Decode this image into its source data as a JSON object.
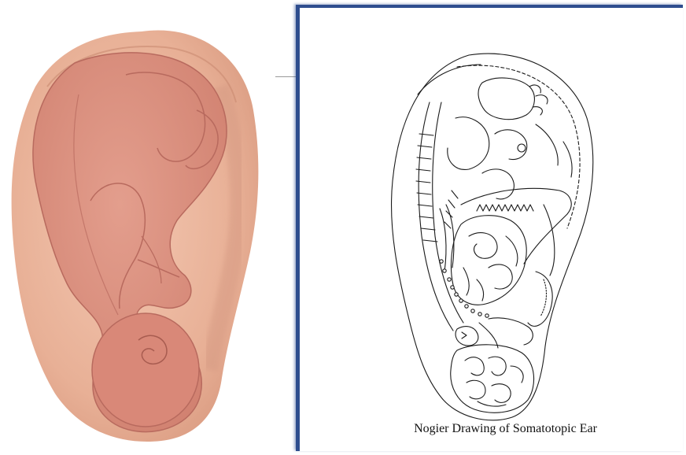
{
  "caption": "Nogier Drawing of Somatotopic Ear",
  "colors": {
    "skin_outer": "#e9b49b",
    "skin_fetus": "#dc8f7f",
    "fetus_outline": "#b86a5e",
    "panel_border": "#2e4d8e",
    "line_art": "#1a1a1a"
  },
  "figures": {
    "left": "inverted-fetus-ear-illustration",
    "right": "nogier-somatotopic-ear-line-drawing"
  }
}
